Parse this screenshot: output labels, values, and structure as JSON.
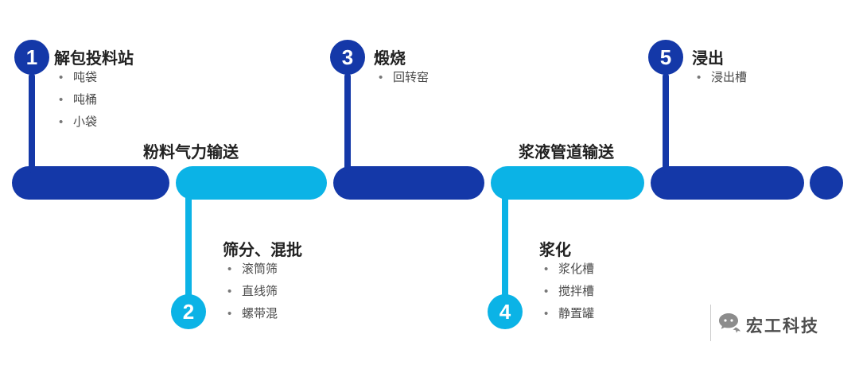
{
  "colors": {
    "dark_blue": "#1438a8",
    "cyan": "#0bb3e6",
    "title_text": "#222222",
    "bullet_text": "#4a4a4a",
    "brand_gray": "#4d4d4d"
  },
  "steps": [
    {
      "number": "1",
      "title": "解包投料站",
      "bullets": [
        "吨袋",
        "吨桶",
        "小袋"
      ]
    },
    {
      "number": "2",
      "title": "筛分、混批",
      "bullets": [
        "滚筒筛",
        "直线筛",
        "螺带混"
      ]
    },
    {
      "number": "3",
      "title": "煅烧",
      "bullets": [
        "回转窑"
      ]
    },
    {
      "number": "4",
      "title": "浆化",
      "bullets": [
        "浆化槽",
        "搅拌槽",
        "静置罐"
      ]
    },
    {
      "number": "5",
      "title": "浸出",
      "bullets": [
        "浸出槽"
      ]
    }
  ],
  "transport_labels": {
    "pneumatic": "粉料气力输送",
    "slurry": "浆液管道输送"
  },
  "brand": {
    "name": "宏工科技"
  }
}
